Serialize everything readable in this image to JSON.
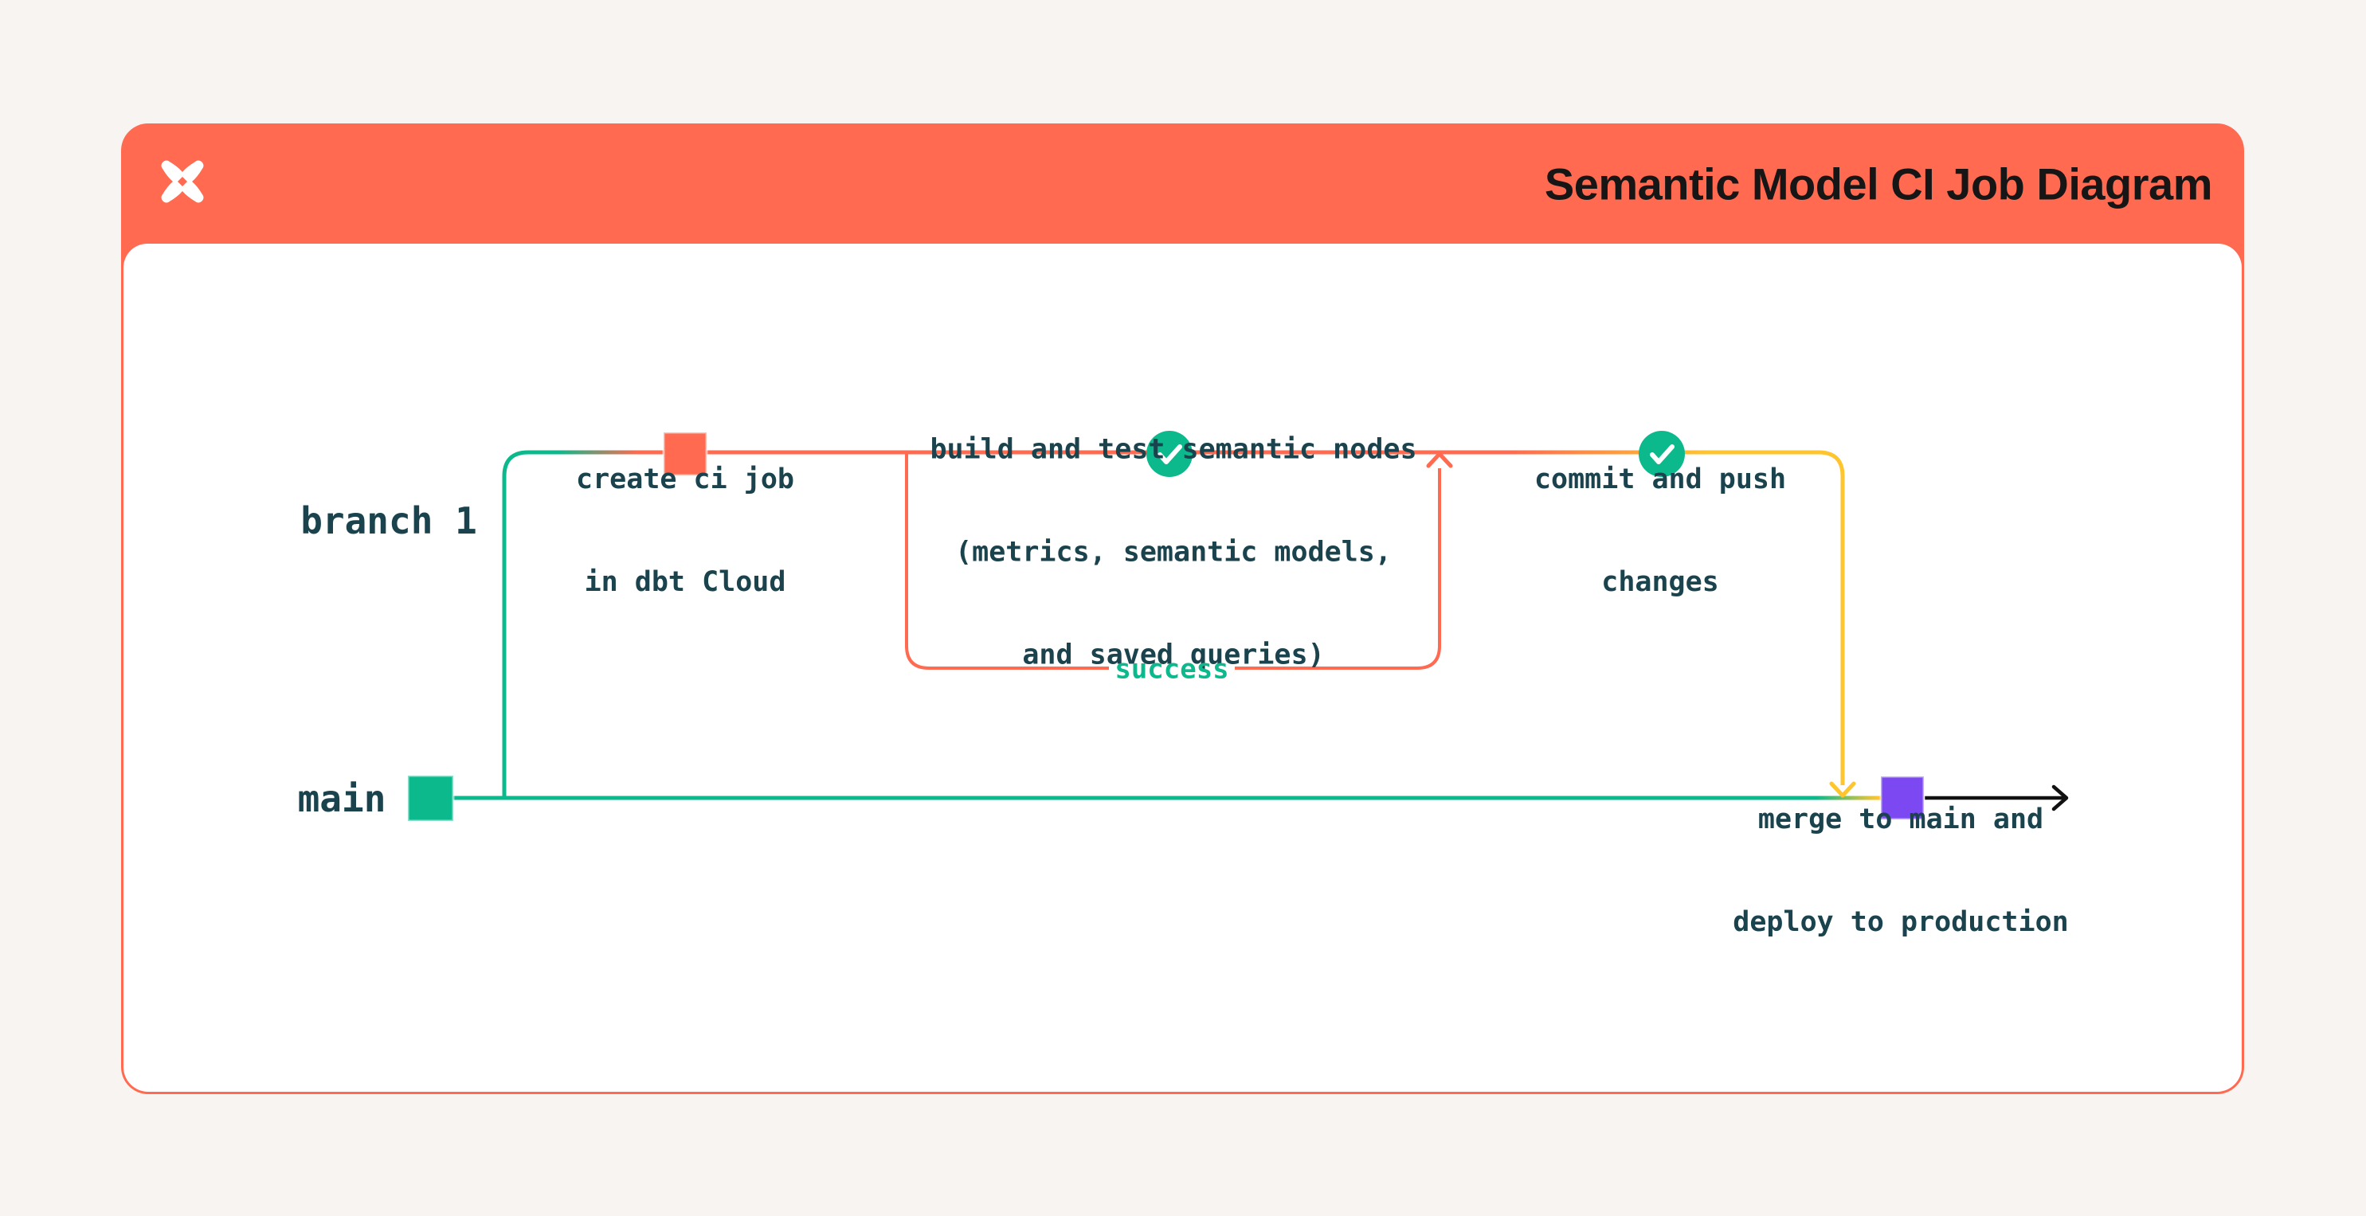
{
  "header": {
    "title": "Semantic Model CI Job Diagram",
    "logo_icon": "dbt-logo-icon"
  },
  "colors": {
    "page_bg": "#F7F4F1",
    "card_bg": "#FFFFFF",
    "accent_orange": "#FF6A50",
    "accent_green": "#0CB98C",
    "accent_yellow": "#FFC52F",
    "accent_purple": "#7B48F2",
    "label_text": "#1A434E",
    "title_text": "#161616",
    "arrow_black": "#111111"
  },
  "diagram": {
    "branches": [
      {
        "label": "branch 1"
      },
      {
        "label": "main"
      }
    ],
    "loop_label": "success",
    "nodes": [
      {
        "name": "create-ci-job",
        "marker": "orange-commit-square",
        "lines": [
          "create ci job",
          "in dbt Cloud"
        ]
      },
      {
        "name": "build-and-test",
        "marker": "check-circle",
        "lines": [
          "build and test semantic nodes",
          "(metrics, semantic models,",
          "and saved queries)"
        ]
      },
      {
        "name": "commit-and-push",
        "marker": "check-circle",
        "lines": [
          "commit and push",
          "changes"
        ]
      },
      {
        "name": "merge-to-main",
        "marker": "purple-commit-square",
        "lines": [
          "merge to main and",
          "deploy to production"
        ]
      }
    ],
    "icons": [
      "dbt-logo-icon",
      "check-icon",
      "loop-arrow-up-icon",
      "merge-arrow-down-icon",
      "deploy-arrow-right-icon"
    ]
  }
}
